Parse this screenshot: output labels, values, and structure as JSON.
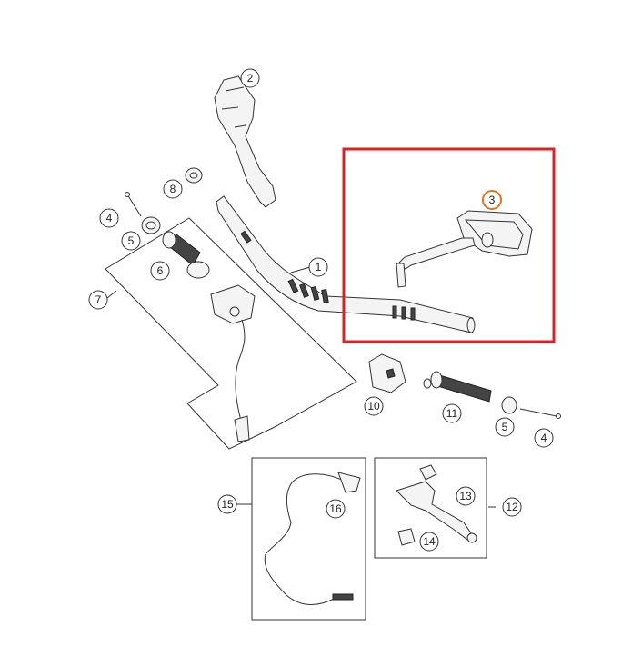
{
  "callouts": [
    {
      "id": "c1",
      "label": "1"
    },
    {
      "id": "c2",
      "label": "2"
    },
    {
      "id": "c3",
      "label": "3"
    },
    {
      "id": "c4a",
      "label": "4"
    },
    {
      "id": "c4b",
      "label": "4"
    },
    {
      "id": "c5a",
      "label": "5"
    },
    {
      "id": "c5b",
      "label": "5"
    },
    {
      "id": "c6",
      "label": "6"
    },
    {
      "id": "c7",
      "label": "7"
    },
    {
      "id": "c8",
      "label": "8"
    },
    {
      "id": "c10",
      "label": "10"
    },
    {
      "id": "c11",
      "label": "11"
    },
    {
      "id": "c12",
      "label": "12"
    },
    {
      "id": "c13",
      "label": "13"
    },
    {
      "id": "c14",
      "label": "14"
    },
    {
      "id": "c15",
      "label": "15"
    },
    {
      "id": "c16",
      "label": "16"
    }
  ],
  "highlight": {
    "color": "#e02020",
    "callout_color": "#e8731a"
  },
  "colors": {
    "line": "#333333",
    "part_fill": "#f4f4f4",
    "dark": "#444444"
  }
}
